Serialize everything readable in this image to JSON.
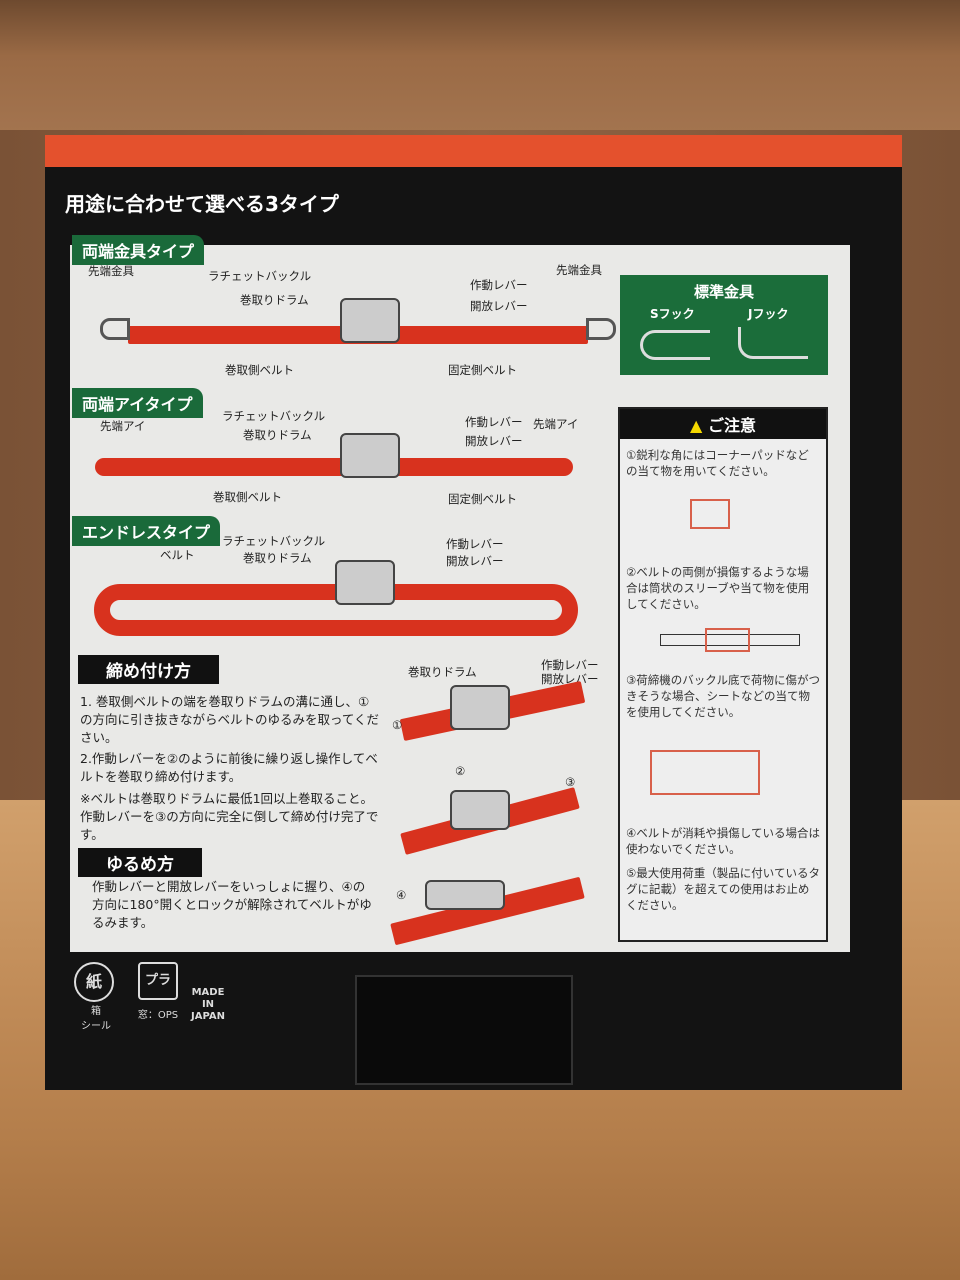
{
  "headline": "用途に合わせて選べる3タイプ",
  "types": [
    {
      "title": "両端金具タイプ",
      "labels": {
        "end_left": "先端金具",
        "end_right": "先端金具",
        "ratchet": "ラチェットバックル",
        "drum": "巻取りドラム",
        "lever": "作動レバー",
        "release": "開放レバー",
        "belt_left": "巻取側ベルト",
        "belt_right": "固定側ベルト"
      }
    },
    {
      "title": "両端アイタイプ",
      "labels": {
        "end_left": "先端アイ",
        "end_right": "先端アイ",
        "ratchet": "ラチェットバックル",
        "drum": "巻取りドラム",
        "lever": "作動レバー",
        "release": "開放レバー",
        "belt_left": "巻取側ベルト",
        "belt_right": "固定側ベルト"
      }
    },
    {
      "title": "エンドレスタイプ",
      "labels": {
        "belt": "ベルト",
        "ratchet": "ラチェットバックル",
        "drum": "巻取りドラム",
        "lever": "作動レバー",
        "release": "開放レバー"
      }
    }
  ],
  "hardware": {
    "title": "標準金具",
    "s_hook": "Sフック",
    "j_hook": "Jフック"
  },
  "caution": {
    "title": "ご注意",
    "items": [
      "①鋭利な角にはコーナーパッドなどの当て物を用いてください。",
      "②ベルトの両側が損傷するような場合は筒状のスリーブや当て物を使用してください。",
      "③荷締機のバックル底で荷物に傷がつきそうな場合、シートなどの当て物を使用してください。",
      "④ベルトが消耗や損傷している場合は使わないでください。",
      "⑤最大使用荷重（製品に付いているタグに記載）を超えての使用はお止めください。"
    ]
  },
  "tighten": {
    "title": "締め付け方",
    "steps": [
      "1. 巻取側ベルトの端を巻取りドラムの溝に通し、①の方向に引き抜きながらベルトのゆるみを取ってください。",
      "2.作動レバーを②のように前後に繰り返し操作してベルトを巻取り締め付けます。",
      "※ベルトは巻取りドラムに最低1回以上巻取ること。作動レバーを③の方向に完全に倒して締め付け完了です。"
    ]
  },
  "loosen": {
    "title": "ゆるめ方",
    "text": "作動レバーと開放レバーをいっしょに握り、④の方向に180°開くとロックが解除されてベルトがゆるみます。"
  },
  "diagram_labels": {
    "drum": "巻取りドラム",
    "lever": "作動レバー",
    "release": "開放レバー",
    "n1": "①",
    "n2": "②",
    "n3": "③",
    "n4": "④"
  },
  "footer": {
    "paper": "紙",
    "paper_sub": "箱\nシール",
    "plastic": "プラ",
    "plastic_sub": "窓：OPS",
    "made": "MADE IN JAPAN"
  },
  "colors": {
    "orange": "#e4512d",
    "green": "#1b6d3a",
    "belt": "#d8321e"
  }
}
